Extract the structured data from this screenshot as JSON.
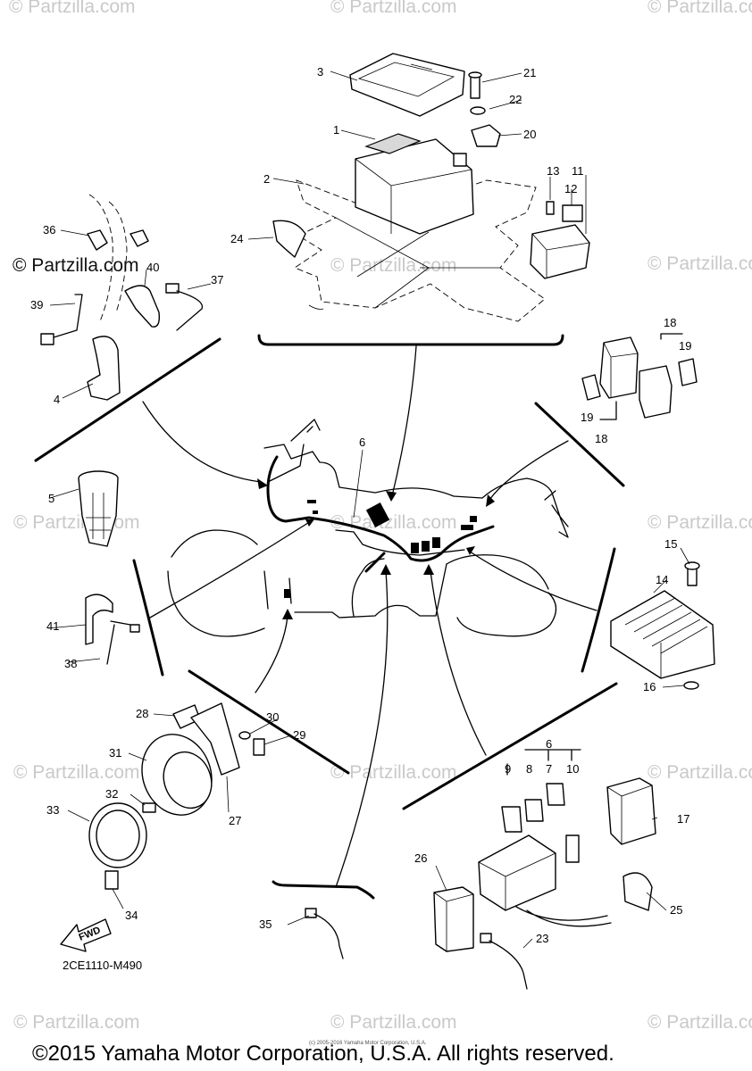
{
  "diagram": {
    "diagram_code": "2CE1110-M490",
    "copyright": "©2015 Yamaha Motor Corporation, U.S.A. All rights reserved.",
    "small_print": "(c) 2005-2016 Yamaha Motor Corporation, U.S.A.",
    "direction_label": "FWD",
    "watermark": "© Partzilla.com",
    "watermark_dark": "© Partzilla.com"
  },
  "callouts": {
    "c1": "1",
    "c2": "2",
    "c3": "3",
    "c4": "4",
    "c5": "5",
    "c6a": "6",
    "c6b": "6",
    "c7": "7",
    "c8": "8",
    "c9": "9",
    "c10": "10",
    "c11": "11",
    "c12": "12",
    "c13": "13",
    "c14": "14",
    "c15": "15",
    "c16": "16",
    "c17": "17",
    "c18a": "18",
    "c18b": "18",
    "c19a": "19",
    "c19b": "19",
    "c20": "20",
    "c21": "21",
    "c22": "22",
    "c23": "23",
    "c24": "24",
    "c25": "25",
    "c26": "26",
    "c27": "27",
    "c28": "28",
    "c29": "29",
    "c30": "30",
    "c31": "31",
    "c32": "32",
    "c33": "33",
    "c34": "34",
    "c35": "35",
    "c36": "36",
    "c37": "37",
    "c38": "38",
    "c39": "39",
    "c40": "40",
    "c41": "41"
  }
}
